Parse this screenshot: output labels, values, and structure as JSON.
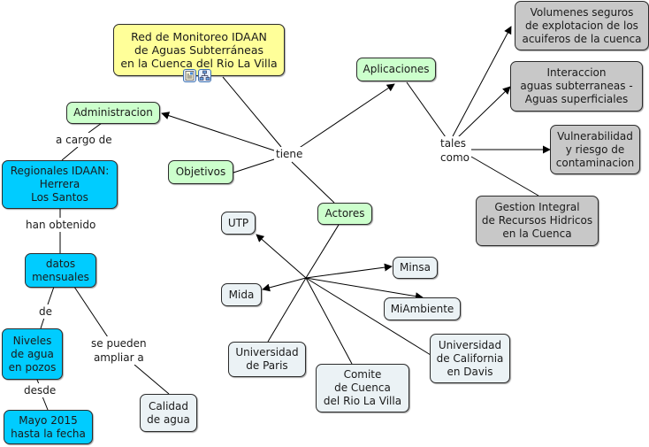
{
  "concept_map": {
    "root": "Red de Monitoreo IDAAN\nde Aguas Subterráneas\nen la Cuenca del Rio La Villa",
    "root_icons": [
      "document-icon",
      "concept-map-icon"
    ],
    "nodes": {
      "administracion": "Administracion",
      "objetivos": "Objetivos",
      "aplicaciones": "Aplicaciones",
      "actores": "Actores",
      "regionales": "Regionales IDAAN:\nHerrera\nLos Santos",
      "datos": "datos\nmensuales",
      "niveles": "Niveles\nde agua\nen pozos",
      "mayo": "Mayo 2015\nhasta la fecha",
      "calidad": "Calidad\nde agua",
      "volumenes": "Volumenes seguros\nde explotacion de los\nacuiferos de la cuenca",
      "interaccion": "Interaccion\naguas subterraneas -\nAguas superficiales",
      "vulnerabilidad": "Vulnerabilidad\ny riesgo de\ncontaminacion",
      "gestion": "Gestion Integral\nde Recursos Hidricos\nen la Cuenca",
      "utp": "UTP",
      "mida": "Mida",
      "minsa": "Minsa",
      "miambiente": "MiAmbiente",
      "paris": "Universidad\nde Paris",
      "comite": "Comite\nde Cuenca\ndel Rio La Villa",
      "california": "Universidad\nde California\nen Davis"
    },
    "linking_phrases": {
      "tiene": "tiene",
      "tales_como": "tales\ncomo",
      "a_cargo_de": "a cargo de",
      "han_obtenido": "han obtenido",
      "de": "de",
      "desde": "desde",
      "se_pueden": "se pueden\nampliar a"
    },
    "colors": {
      "root": "#ffff99",
      "category": "#ccffcc",
      "idaan": "#00ccff",
      "application": "#c8c8c8",
      "actor": "#ebf2f5"
    }
  }
}
